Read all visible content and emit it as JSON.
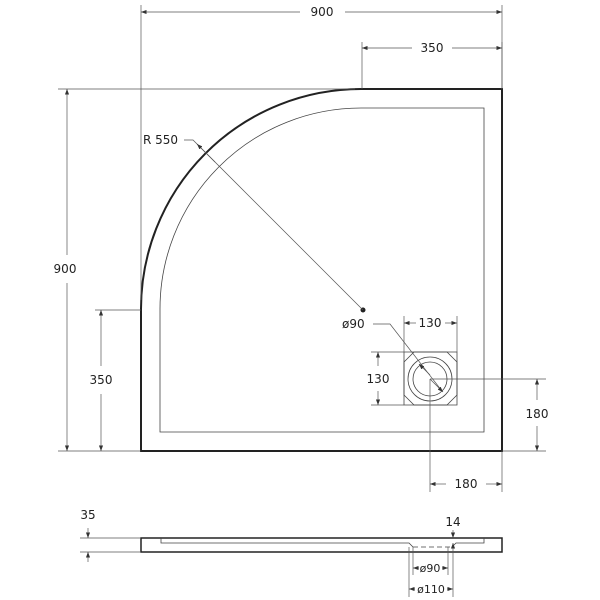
{
  "plan_view": {
    "overall_width": "900",
    "overall_height": "900",
    "straight_top": "350",
    "straight_left": "350",
    "radius": "R 550",
    "drain_diameter": "ø90",
    "drain_box_width": "130",
    "drain_box_height": "130",
    "drain_offset_right": "180",
    "drain_offset_bottom": "180"
  },
  "side_view": {
    "height": "35",
    "depth": "14",
    "inner_diameter": "ø90",
    "outer_diameter": "ø110"
  },
  "colors": {
    "line": "#222222",
    "background": "#ffffff"
  }
}
